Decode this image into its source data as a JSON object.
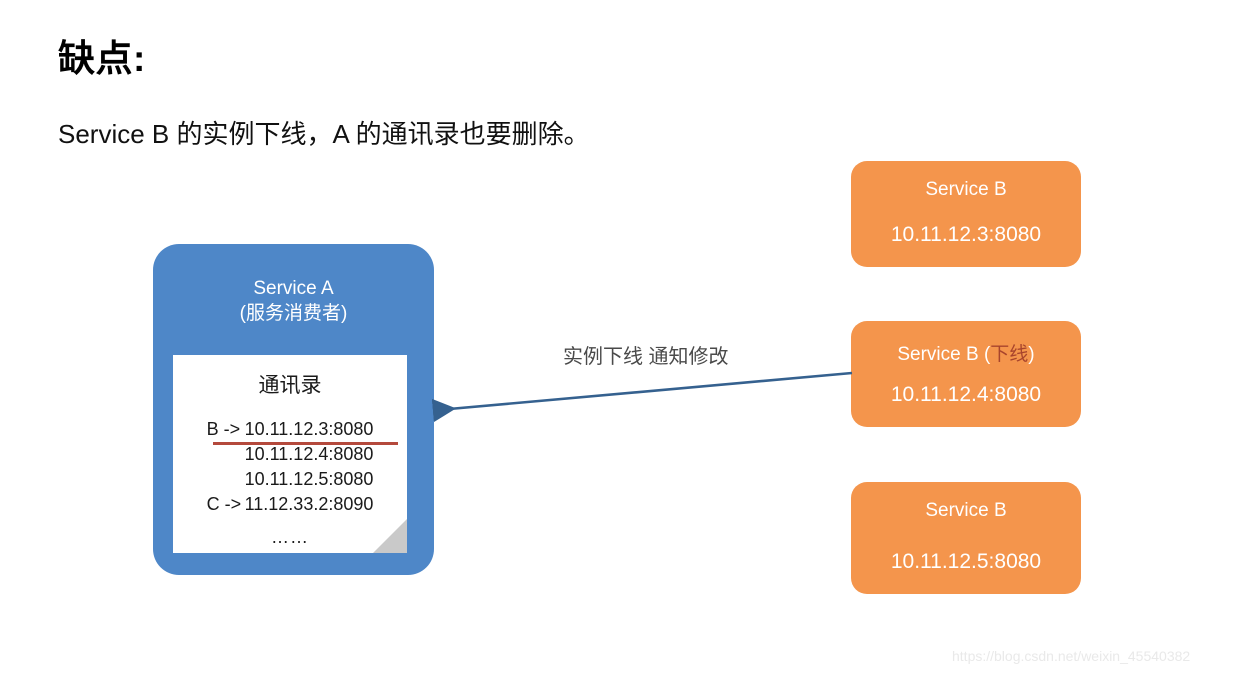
{
  "slide": {
    "title": "缺点:",
    "subtitle": "Service B 的实例下线，A 的通讯录也要删除。",
    "background_color": "#ffffff"
  },
  "consumer": {
    "name": "Service A",
    "role": "(服务消费者)",
    "title_block": "Service A\n(服务消费者)",
    "box_color": "#4e87c8",
    "note": {
      "heading": "通讯录",
      "entries": [
        {
          "key": "B ->",
          "value": "10.11.12.3:8080",
          "struck": false
        },
        {
          "key": "",
          "value": "10.11.12.4:8080",
          "struck": true
        },
        {
          "key": "",
          "value": "10.11.12.5:8080",
          "struck": false
        },
        {
          "key": "C ->",
          "value": "11.12.33.2:8090",
          "struck": false
        }
      ],
      "ellipsis": "……",
      "strike_color": "#b4493c",
      "paper_color": "#ffffff",
      "fold_color": "#c9c9c9"
    }
  },
  "providers": {
    "box_color": "#f4954c",
    "offline_color": "#a8442c",
    "items": [
      {
        "title": "Service B",
        "address": "10.11.12.3:8080",
        "offline": false,
        "offline_label": ""
      },
      {
        "title": "Service B (",
        "address": "10.11.12.4:8080",
        "offline": true,
        "offline_label": "下线",
        "title_tail": ")"
      },
      {
        "title": "Service B",
        "address": "10.11.12.5:8080",
        "offline": false,
        "offline_label": ""
      }
    ]
  },
  "arrow": {
    "label": "实例下线 通知修改",
    "color": "#35618f",
    "direction": "right-to-left"
  },
  "watermark": {
    "text": "https://blog.csdn.net/weixin_45540382"
  }
}
